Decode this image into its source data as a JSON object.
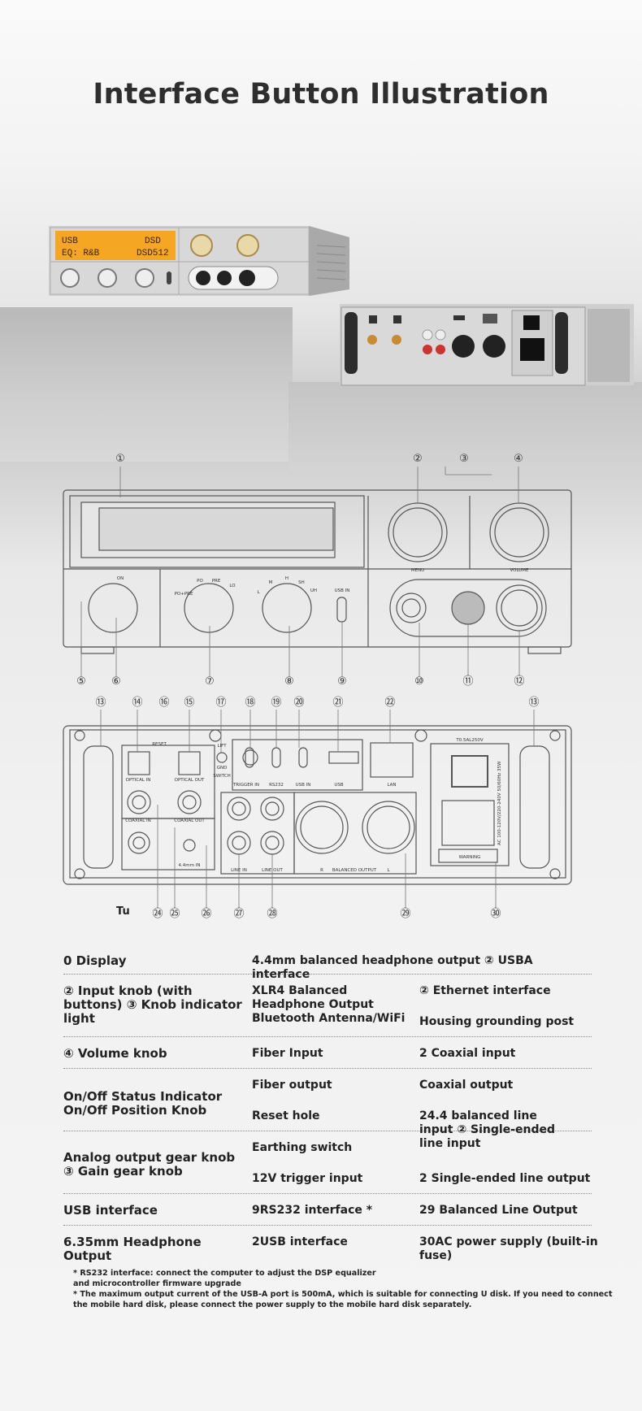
{
  "page": {
    "title": "Interface Button Illustration"
  },
  "front_panel_display": {
    "line1_left": "USB",
    "line1_right": "DSD",
    "line2_left": "EQ: R&B",
    "line2_right": "DSD512",
    "display_color": "#f5a623"
  },
  "diagram_labels": {
    "menu": "MENU",
    "volume": "VOLUME",
    "power_on": "ON",
    "output_modes": [
      "PO+PRE",
      "PO",
      "PRE",
      "LO"
    ],
    "gain_modes": [
      "L",
      "M",
      "H",
      "SH",
      "UH"
    ],
    "usb_in": "USB IN",
    "reset": "RESET",
    "optical_in": "OPTICAL IN",
    "optical_out": "OPTICAL OUT",
    "coaxial_in": "COAXIAL IN",
    "coaxial_out": "COAXIAL OUT",
    "lift": "LIFT",
    "gnd": "GND",
    "switch": "SWITCH",
    "trigger_in": "TRIGGER IN",
    "rs232": "RS232",
    "usb_in_rear": "USB IN",
    "usb": "USB",
    "lan": "LAN",
    "fuse": "T0.5AL250V",
    "line_in": "LINE IN",
    "line_out": "LINE OUT",
    "balanced_output": "BALANCED OUTPUT",
    "r": "R",
    "l": "L",
    "in_44": "4.4mm IN",
    "ac_rating": "AC 100-120V/220-240V 50/60Hz 35W",
    "warning": "WARNING",
    "tu": "Tu",
    "front_numbers": [
      "①",
      "②",
      "③",
      "④",
      "⑤",
      "⑥",
      "⑦",
      "⑧",
      "⑨",
      "⑩",
      "⑪",
      "⑫"
    ],
    "rear_numbers_top": [
      "⑬",
      "⑭",
      "⑯",
      "⑮",
      "⑰",
      "⑱",
      "⑲",
      "⑳",
      "㉑",
      "㉒",
      "⑬"
    ],
    "rear_numbers_bottom": [
      "㉔",
      "㉕",
      "㉖",
      "㉗",
      "㉘",
      "㉙",
      "㉚"
    ]
  },
  "table": {
    "rows": [
      {
        "c1": "0 Display",
        "c2": "4.4mm balanced headphone output ② USBA interface",
        "c3": ""
      },
      {
        "c1": "② Input knob (with buttons) ③ Knob indicator light",
        "c2": "XLR4 Balanced Headphone Output Bluetooth Antenna/WiFi",
        "c3a": "② Ethernet interface",
        "c3b": "Housing grounding post"
      },
      {
        "c1": "④ Volume knob",
        "c2": "Fiber Input",
        "c3": "2 Coaxial input"
      },
      {
        "c1": "On/Off Status Indicator On/Off Position Knob",
        "c2a": "Fiber output",
        "c2b": "Reset hole",
        "c3a": "Coaxial output",
        "c3b": "24.4 balanced line input ② Single-ended line input"
      },
      {
        "c1": "Analog output gear knob ③ Gain gear knob",
        "c2a": "Earthing switch",
        "c2b": "12V trigger input",
        "c3": "2 Single-ended line output"
      },
      {
        "c1": "USB interface",
        "c2": "9RS232 interface *",
        "c3": "29 Balanced Line Output"
      },
      {
        "c1": "6.35mm Headphone Output",
        "c2": "2USB interface",
        "c3": "30AC power supply (built-in fuse)"
      }
    ]
  },
  "notes": [
    "* RS232 interface: connect the computer to adjust the DSP equalizer",
    "and microcontroller firmware upgrade",
    "* The maximum output current of the USB-A port is 500mA, which is suitable for connecting U disk. If you need to connect",
    "the mobile hard disk, please connect the power supply to the mobile hard disk separately."
  ]
}
